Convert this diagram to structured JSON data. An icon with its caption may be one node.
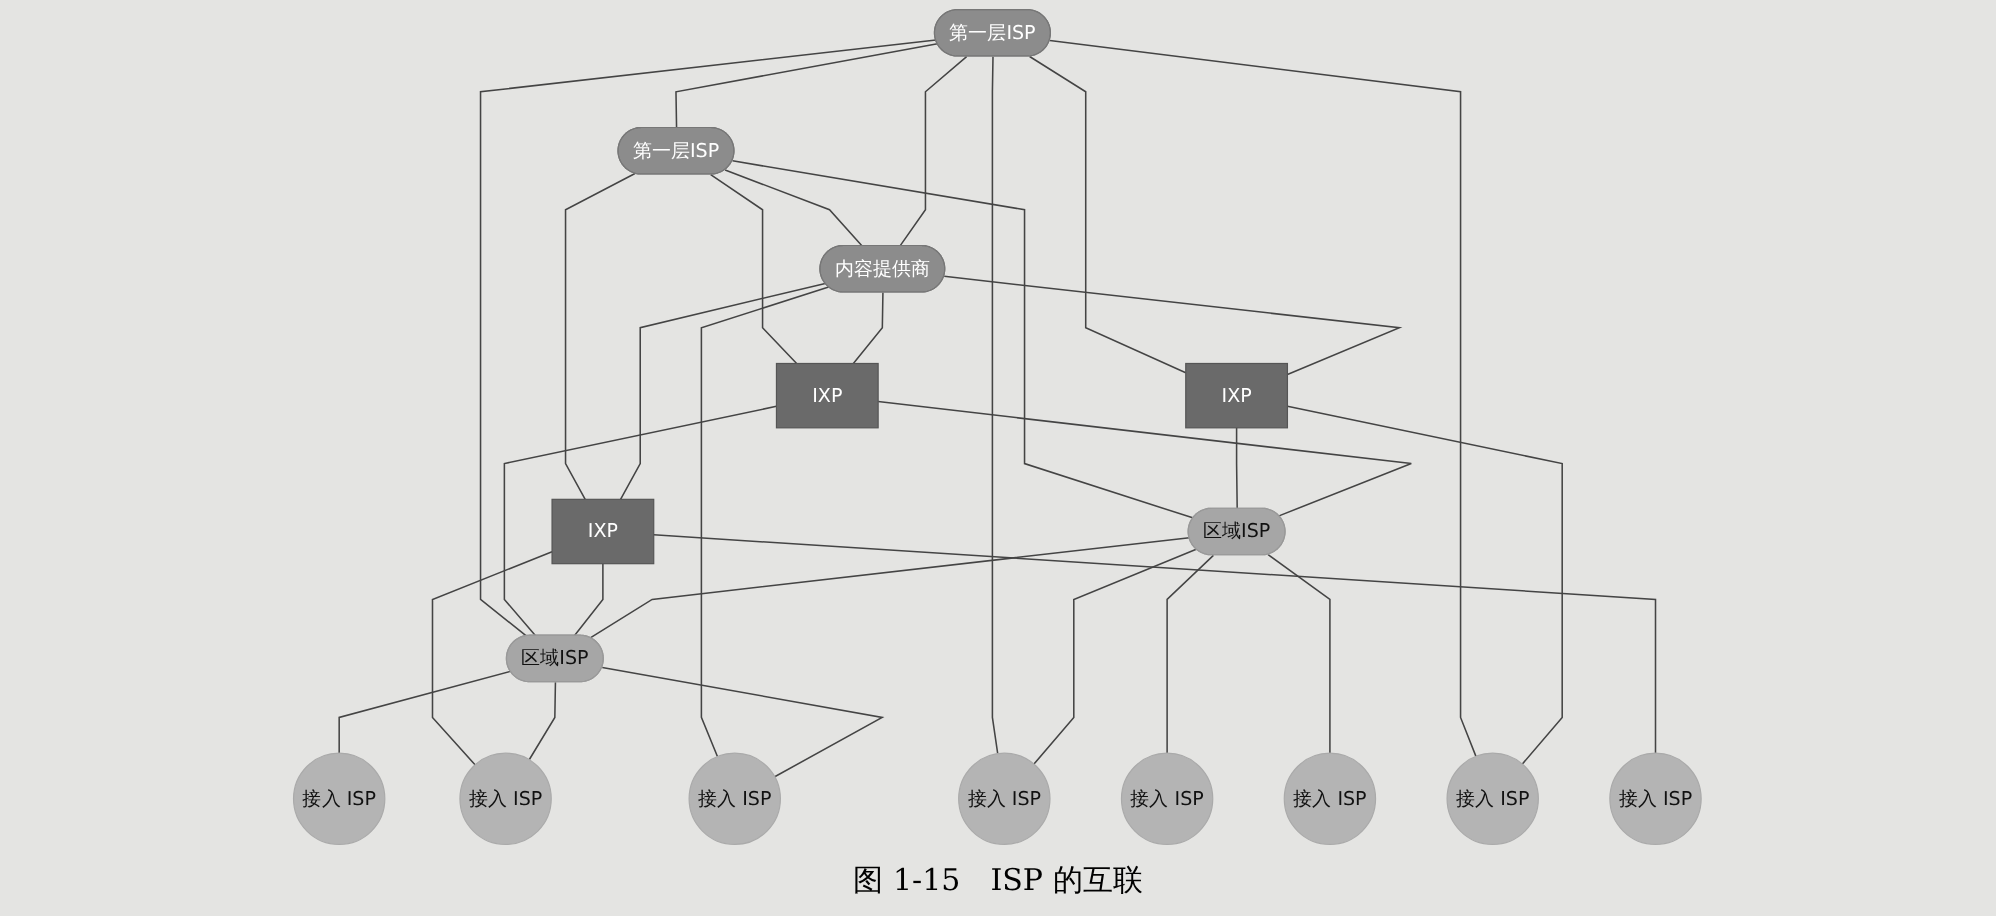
{
  "diagram": {
    "caption": "图 1-15　ISP 的互联",
    "nodes": [
      {
        "text": [
          "第一层ISP"
        ]
      },
      {
        "text": [
          "第一层ISP"
        ]
      },
      {
        "text": [
          "内容提供商"
        ]
      },
      {
        "text": [
          "IXP"
        ]
      },
      {
        "text": [
          "IXP"
        ]
      },
      {
        "text": [
          "IXP"
        ]
      },
      {
        "text": [
          "区域ISP"
        ]
      },
      {
        "text": [
          "区域ISP"
        ]
      },
      {
        "text": [
          "接入 ISP"
        ]
      },
      {
        "text": [
          "接入 ISP"
        ]
      },
      {
        "text": [
          "接入 ISP"
        ]
      },
      {
        "text": [
          "接入 ISP"
        ]
      },
      {
        "text": [
          "接入 ISP"
        ]
      },
      {
        "text": [
          "接入 ISP"
        ]
      },
      {
        "text": [
          "接入 ISP"
        ]
      },
      {
        "text": [
          "接入 ISP"
        ]
      }
    ],
    "edges": [
      {
        "from": 0,
        "to": 1,
        "arrow": "none"
      },
      {
        "from": 1,
        "to": 2,
        "arrow": "none"
      },
      {
        "from": 0,
        "to": 2,
        "arrow": "none"
      },
      {
        "from": 0,
        "to": 3,
        "arrow": "none"
      },
      {
        "from": 0,
        "to": 7,
        "arrow": "none"
      },
      {
        "from": 0,
        "to": 8,
        "arrow": "none"
      },
      {
        "from": 0,
        "to": 9,
        "arrow": "none"
      },
      {
        "from": 1,
        "to": 6,
        "arrow": "none"
      },
      {
        "from": 1,
        "to": 4,
        "arrow": "none"
      },
      {
        "from": 1,
        "to": 5,
        "arrow": "none"
      },
      {
        "from": 2,
        "to": 3,
        "arrow": "none"
      },
      {
        "from": 2,
        "to": 4,
        "arrow": "none"
      },
      {
        "from": 2,
        "to": 5,
        "arrow": "none"
      },
      {
        "from": 2,
        "to": 14,
        "arrow": "none"
      },
      {
        "from": 3,
        "to": 6,
        "arrow": "none"
      },
      {
        "from": 3,
        "to": 8,
        "arrow": "none"
      },
      {
        "from": 4,
        "to": 6,
        "arrow": "none"
      },
      {
        "from": 4,
        "to": 7,
        "arrow": "none"
      },
      {
        "from": 5,
        "to": 7,
        "arrow": "none"
      },
      {
        "from": 5,
        "to": 13,
        "arrow": "none"
      },
      {
        "from": 5,
        "to": 15,
        "arrow": "none"
      },
      {
        "from": 6,
        "to": 7,
        "arrow": "none"
      },
      {
        "from": 6,
        "to": 9,
        "arrow": "none"
      },
      {
        "from": 6,
        "to": 10,
        "arrow": "none"
      },
      {
        "from": 6,
        "to": 11,
        "arrow": "none"
      },
      {
        "from": 7,
        "to": 12,
        "arrow": "none"
      },
      {
        "from": 7,
        "to": 13,
        "arrow": "none"
      },
      {
        "from": 7,
        "to": 14,
        "arrow": "none"
      }
    ]
  }
}
